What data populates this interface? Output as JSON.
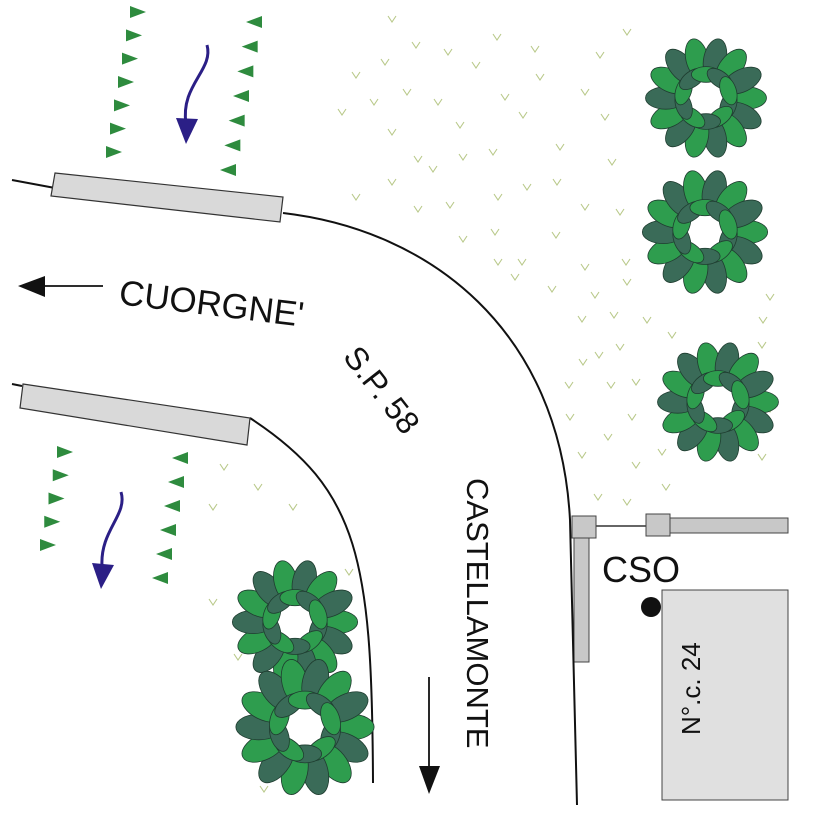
{
  "labels": {
    "cuorgne": "CUORGNE'",
    "road": "S.P. 58",
    "castellamonte": "CASTELLAMONTE",
    "cso": "CSO",
    "civic": "N°.c. 24"
  },
  "colors": {
    "road_line": "#111111",
    "barrier_fill": "#d9d9d9",
    "barrier_stroke": "#333333",
    "tree_dark": "#3a6b58",
    "tree_light": "#2e9d4e",
    "grass": "#b9c98a",
    "slope_mark": "#2e8b3e",
    "flow_arrow": "#2b1f86",
    "building_fill": "#e0e0e0"
  },
  "icons": [
    "tree-icon",
    "grass-tuft-icon",
    "slope-mark-icon",
    "flow-arrow-icon",
    "direction-arrow-icon",
    "cso-point-icon"
  ]
}
